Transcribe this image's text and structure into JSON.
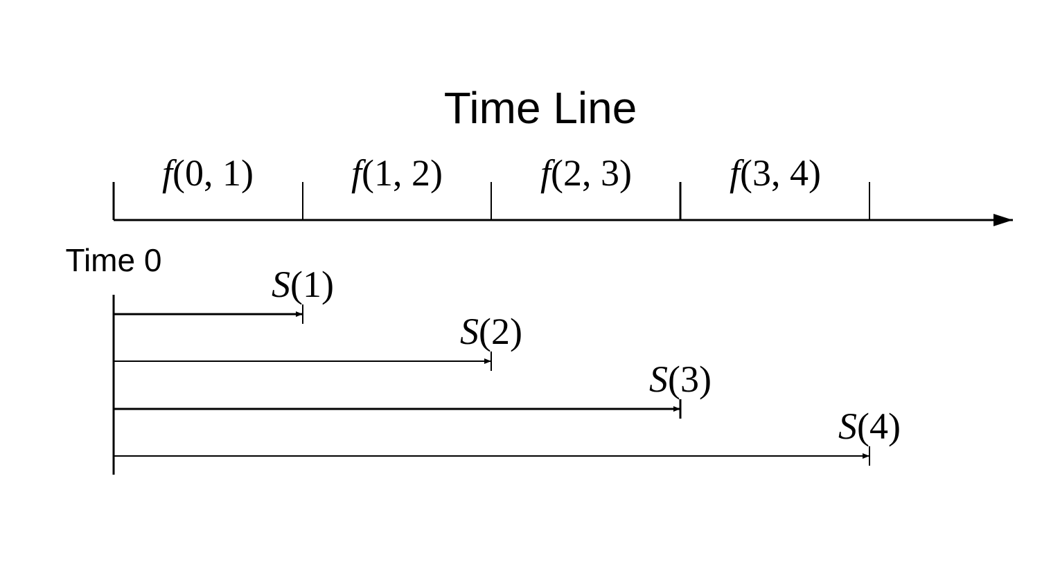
{
  "diagram": {
    "title": "Time Line",
    "origin_label": "Time 0",
    "forward_rates": [
      {
        "fn": "f",
        "args": "(0, 1)"
      },
      {
        "fn": "f",
        "args": "(1, 2)"
      },
      {
        "fn": "f",
        "args": "(2, 3)"
      },
      {
        "fn": "f",
        "args": "(3, 4)"
      }
    ],
    "spot_rates": [
      {
        "fn": "S",
        "args": "(1)"
      },
      {
        "fn": "S",
        "args": "(2)"
      },
      {
        "fn": "S",
        "args": "(3)"
      },
      {
        "fn": "S",
        "args": "(4)"
      }
    ],
    "colors": {
      "ink": "#000000",
      "background": "#ffffff"
    }
  }
}
